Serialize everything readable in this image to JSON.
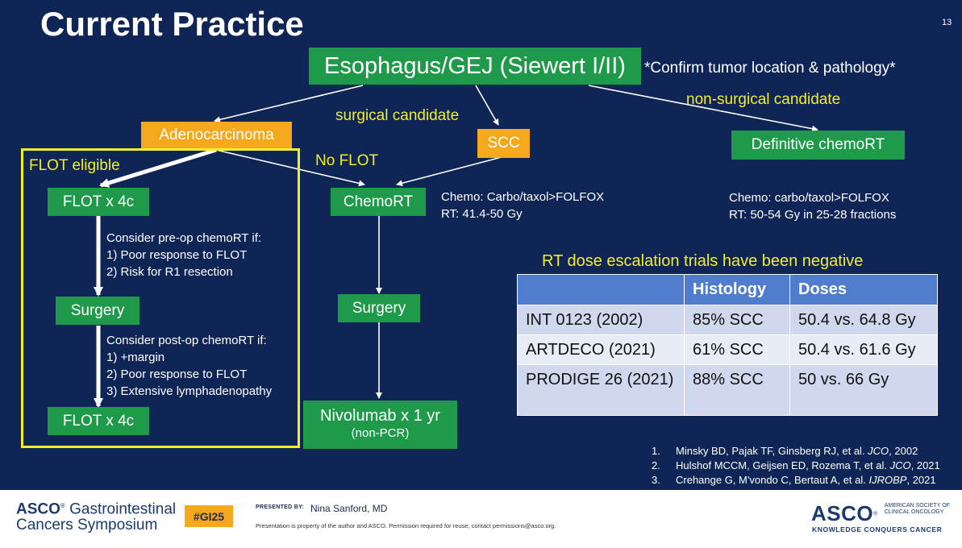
{
  "slide": {
    "title": "Current Practice",
    "slide_number": "13"
  },
  "flow": {
    "root": "Esophagus/GEJ (Siewert I/II)",
    "root_note": "*Confirm tumor location & pathology*",
    "surgical_label": "surgical candidate",
    "nonsurgical_label": "non-surgical candidate",
    "adeno": "Adenocarcinoma",
    "scc": "SCC",
    "definitive": "Definitive chemoRT",
    "flot_eligible": "FLOT eligible",
    "no_flot": "No FLOT",
    "flot1": "FLOT x 4c",
    "chemort": "ChemoRT",
    "chemort_note": [
      "Chemo: Carbo/taxol>FOLFOX",
      "RT: 41.4-50 Gy"
    ],
    "definitive_note": [
      "Chemo: carbo/taxol>FOLFOX",
      "RT: 50-54 Gy in 25-28 fractions"
    ],
    "preop_note": [
      "Consider pre-op chemoRT if:",
      "1) Poor response to FLOT",
      "2) Risk for R1 resection"
    ],
    "surgery_left": "Surgery",
    "surgery_mid": "Surgery",
    "postop_note": [
      "Consider post-op chemoRT if:",
      "1) +margin",
      "2) Poor response to FLOT",
      "3) Extensive lymphadenopathy"
    ],
    "flot2": "FLOT x 4c",
    "nivolumab": "Nivolumab x 1 yr",
    "nivolumab_sub": "(non-PCR)"
  },
  "trials": {
    "heading": "RT dose escalation trials have been negative",
    "columns": [
      "",
      "Histology",
      "Doses"
    ],
    "rows": [
      [
        "INT 0123 (2002)",
        "85% SCC",
        "50.4 vs. 64.8 Gy"
      ],
      [
        "ARTDECO (2021)",
        "61% SCC",
        "50.4 vs. 61.6 Gy"
      ],
      [
        "PRODIGE 26 (2021)",
        "88% SCC",
        "50 vs. 66 Gy"
      ]
    ]
  },
  "references": [
    {
      "num": "1.",
      "authors": "Minsky BD, Pajak TF, Ginsberg RJ, et al. ",
      "journal": "JCO",
      "year": ", 2002"
    },
    {
      "num": "2.",
      "authors": "Hulshof MCCM, Geijsen ED, Rozema T, et al. ",
      "journal": "JCO",
      "year": ", 2021"
    },
    {
      "num": "3.",
      "authors": "Crehange G, M'vondo C, Bertaut A, et al. ",
      "journal": "IJROBP",
      "year": ", 2021"
    }
  ],
  "footer": {
    "symposium_line1_bold": "ASCO",
    "symposium_line1": "Gastrointestinal",
    "symposium_line2": "Cancers Symposium",
    "hashtag": "#GI25",
    "presented_by": "PRESENTED BY:",
    "presenter": "Nina Sanford, MD",
    "disclaimer": "Presentation is property of the author and ASCO. Permission required for reuse; contact permissions@asco.org.",
    "logo_text": "ASCO",
    "logo_small": [
      "AMERICAN SOCIETY OF",
      "CLINICAL ONCOLOGY"
    ],
    "logo_tagline": "KNOWLEDGE CONQUERS CANCER"
  },
  "colors": {
    "background": "#0f2556",
    "green_box": "#1f9a4a",
    "orange_box": "#f6a81c",
    "yellow_text": "#f2ef2a",
    "table_header": "#4f7ccc"
  }
}
